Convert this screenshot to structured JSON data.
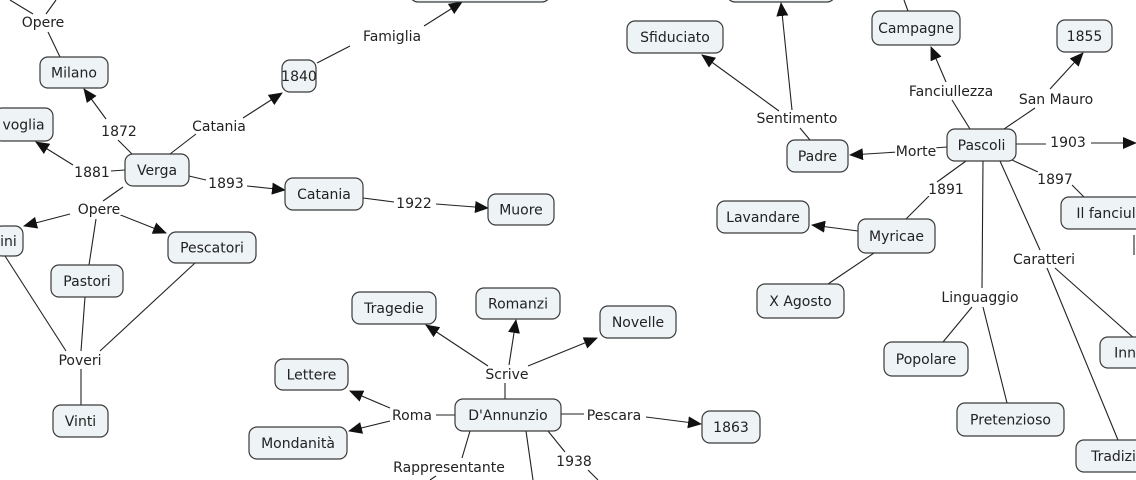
{
  "concepts": {
    "milano": "Milano",
    "malavoglia": "voglia",
    "verga": "Verga",
    "y1840": "1840",
    "catania": "Catania",
    "muore": "Muore",
    "vinti_left": "ini",
    "pastori": "Pastori",
    "pescatori": "Pescatori",
    "vinti": "Vinti",
    "tragedie": "Tragedie",
    "romanzi": "Romanzi",
    "novelle": "Novelle",
    "lettere": "Lettere",
    "mondanita": "Mondanità",
    "dannunzio": "D'Annunzio",
    "y1863": "1863",
    "sfiduciato": "Sfiduciato",
    "campagne": "Campagne",
    "y1855": "1855",
    "padre": "Padre",
    "pascoli": "Pascoli",
    "fanciullino": "Il fanciul",
    "lavandare": "Lavandare",
    "myricae": "Myricae",
    "xagosto": "X Agosto",
    "popolare": "Popolare",
    "pretenzioso": "Pretenzioso",
    "innovativo": "Inn",
    "tradizionale": "Tradizi"
  },
  "links": {
    "opere_top": "Opere",
    "famiglia": "Famiglia",
    "catania_l": "Catania",
    "l1872": "1872",
    "l1881": "1881",
    "l1893": "1893",
    "l1922": "1922",
    "opere": "Opere",
    "poveri": "Poveri",
    "scrive": "Scrive",
    "roma": "Roma",
    "pescara": "Pescara",
    "rappresentante": "Rappresentante",
    "l1938": "1938",
    "sentimento": "Sentimento",
    "fanciullezza": "Fanciullezza",
    "sanmauro": "San Mauro",
    "morte": "Morte",
    "l1903": "1903",
    "l1897": "1897",
    "l1891": "1891",
    "caratteri": "Caratteri",
    "linguaggio": "Linguaggio"
  }
}
